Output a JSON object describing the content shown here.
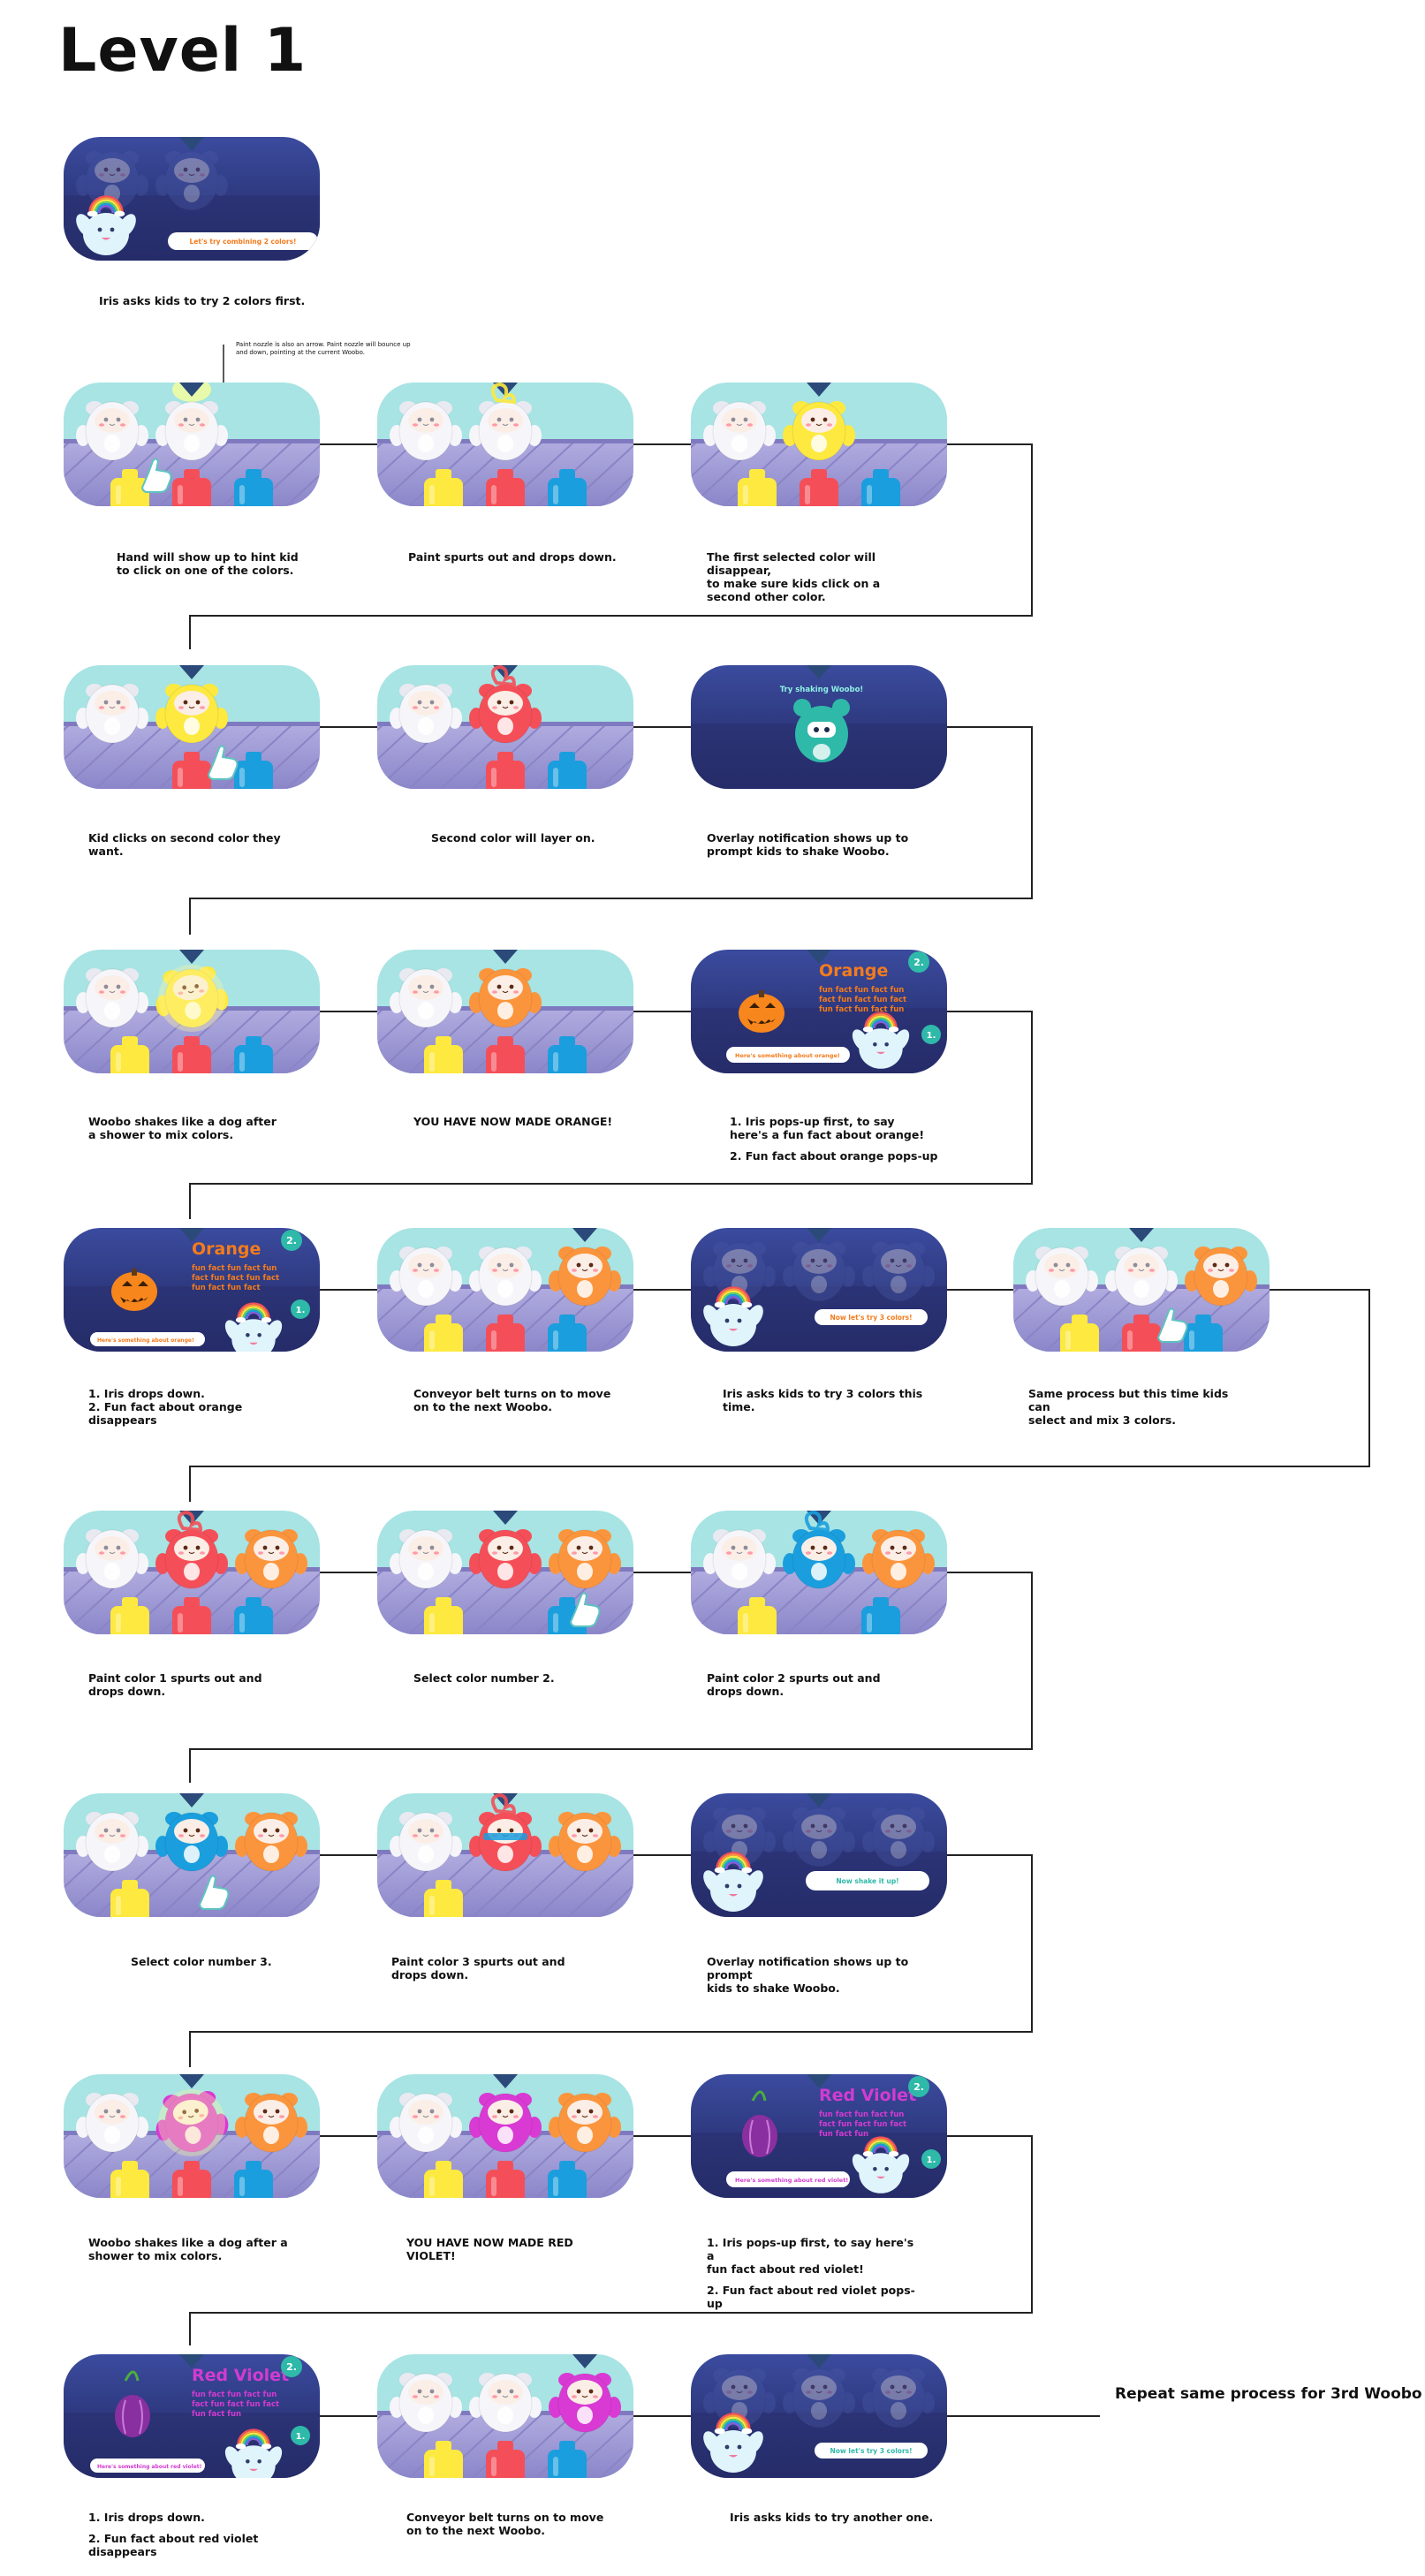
{
  "title": "Level 1",
  "colors": {
    "sky": "#a7e4e3",
    "floor": "#9c97d5",
    "night_top": "#27307a",
    "night_bottom": "#20265f",
    "woobo_white": "#f6f6fa",
    "yellow": "#fde93f",
    "red": "#f44f58",
    "blue": "#1a9ede",
    "orange": "#fb953d",
    "violet": "#d93ad3",
    "teal": "#2fb9a9",
    "panel_text_orange": "#f47b1c",
    "panel_text_violet": "#d23bd1"
  },
  "note": "Paint nozzle is also an arrow. Paint nozzle will bounce up and down, pointing at the current Woobo.",
  "side_note": "Repeat same process for 3rd Woobo",
  "frames": [
    {
      "id": "f00",
      "scene": "night",
      "overlay": "Let's try combining 2 colors!",
      "caption": [
        "Iris asks kids to try 2 colors first."
      ]
    },
    {
      "id": "f01",
      "scene": "day",
      "caption": [
        "Hand will show up to hint kid",
        "to click on one of the colors."
      ]
    },
    {
      "id": "f02",
      "scene": "day",
      "caption": [
        "Paint spurts out and drops down."
      ]
    },
    {
      "id": "f03",
      "scene": "day",
      "caption": [
        "The first selected color will disappear,",
        "to make sure kids click on a",
        "second other color."
      ]
    },
    {
      "id": "f04",
      "scene": "day",
      "caption": [
        "Kid clicks on second color they want."
      ]
    },
    {
      "id": "f05",
      "scene": "day",
      "caption": [
        "Second color will layer on."
      ]
    },
    {
      "id": "f06",
      "scene": "night",
      "overlay": "Try shaking Woobo!",
      "caption": [
        "Overlay notification shows up to",
        "prompt kids to shake Woobo."
      ]
    },
    {
      "id": "f07",
      "scene": "day",
      "caption": [
        "Woobo shakes like a dog after",
        "a shower to mix colors."
      ]
    },
    {
      "id": "f08",
      "scene": "day",
      "caption": [
        "YOU HAVE NOW MADE ORANGE!"
      ]
    },
    {
      "id": "f09",
      "scene": "night",
      "heading": "Orange",
      "fact": "fun fact fun fact fun fact fun fact fun fact fun fact fun fact fun",
      "bubble": "Here's something about orange!",
      "badge1": "1.",
      "badge2": "2.",
      "caption": [
        "1. Iris pops-up first, to say",
        "here's a fun fact about orange!",
        "",
        "2. Fun fact about orange pops-up"
      ]
    },
    {
      "id": "f10",
      "scene": "night",
      "heading": "Orange",
      "fact": "fun fact fun fact fun fact fun fact fun fact fun fact fun fact",
      "bubble": "Here's something about orange!",
      "badge1": "1.",
      "badge2": "2.",
      "caption": [
        "1. Iris drops down.",
        "2. Fun fact about orange disappears"
      ]
    },
    {
      "id": "f11",
      "scene": "day",
      "caption": [
        "Conveyor belt turns on to move",
        "on to the next Woobo."
      ]
    },
    {
      "id": "f12",
      "scene": "night",
      "overlay": "Now let's try 3 colors!",
      "caption": [
        "Iris asks kids to try 3 colors this time."
      ]
    },
    {
      "id": "f13",
      "scene": "day",
      "caption": [
        "Same process but this time kids can",
        "select and mix 3 colors."
      ]
    },
    {
      "id": "f14",
      "scene": "day",
      "caption": [
        "Paint color 1 spurts out and drops down."
      ]
    },
    {
      "id": "f15",
      "scene": "day",
      "caption": [
        "Select color number 2."
      ]
    },
    {
      "id": "f16",
      "scene": "day",
      "caption": [
        "Paint color 2 spurts out and drops down."
      ]
    },
    {
      "id": "f17",
      "scene": "day",
      "caption": [
        "Select color number 3."
      ]
    },
    {
      "id": "f18",
      "scene": "day",
      "caption": [
        "Paint color 3 spurts out and drops down."
      ]
    },
    {
      "id": "f19",
      "scene": "night",
      "overlay": "Now shake it up!",
      "caption": [
        "Overlay notification shows up to prompt",
        "kids to shake Woobo."
      ]
    },
    {
      "id": "f20",
      "scene": "day",
      "caption": [
        "Woobo shakes like a dog after a",
        "shower to mix colors."
      ]
    },
    {
      "id": "f21",
      "scene": "day",
      "caption": [
        "YOU HAVE NOW MADE RED VIOLET!"
      ]
    },
    {
      "id": "f22",
      "scene": "night",
      "heading": "Red Violet",
      "fact": "fun fact fun fact fun fact fun fact fun fact fun fact fun",
      "bubble": "Here's something about red violet!",
      "badge1": "1.",
      "badge2": "2.",
      "caption": [
        "1. Iris pops-up first, to say here's a",
        "fun fact about red violet!",
        "",
        "2. Fun fact about red violet pops-up"
      ]
    },
    {
      "id": "f23",
      "scene": "night",
      "heading": "Red Violet",
      "fact": "fun fact fun fact fun fact fun fact fun fact fun fact fun",
      "bubble": "Here's something about red violet!",
      "badge1": "1.",
      "badge2": "2.",
      "caption": [
        "1. Iris drops down.",
        "",
        "2. Fun fact about red violet disappears"
      ]
    },
    {
      "id": "f24",
      "scene": "day",
      "caption": [
        "Conveyor belt turns on to move",
        "on to the next Woobo."
      ]
    },
    {
      "id": "f25",
      "scene": "night",
      "overlay": "Now let's try 3 colors!",
      "caption": [
        "Iris asks kids to try another one."
      ]
    }
  ]
}
